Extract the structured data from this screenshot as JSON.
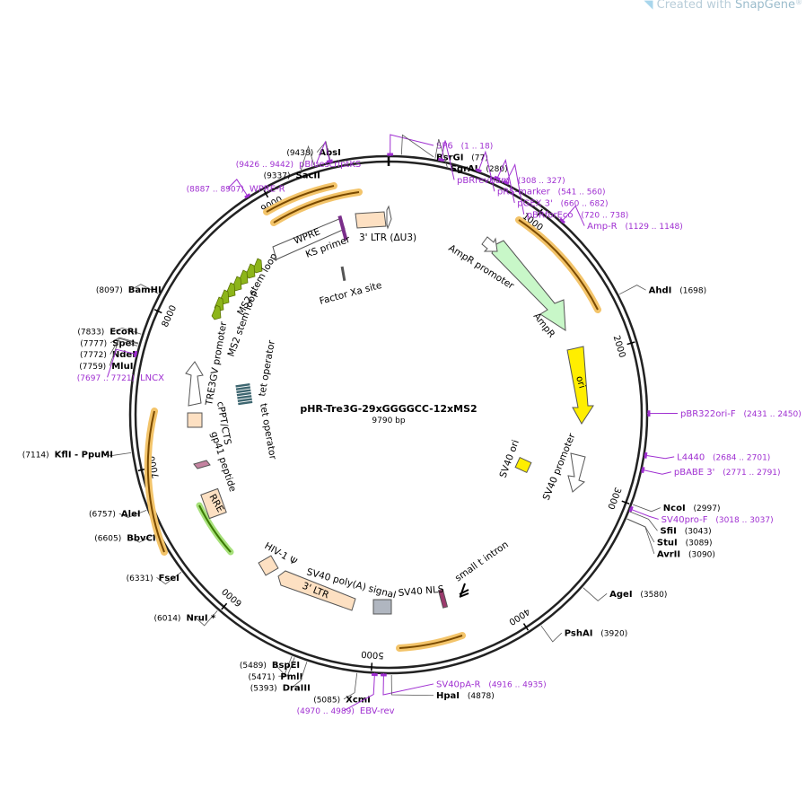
{
  "watermark": {
    "prefix": "Created with ",
    "brand": "SnapGene",
    "mark": "®"
  },
  "plasmid": {
    "name": "pHR-Tre3G-29xGGGGCC-12xMS2",
    "length_label": "9790 bp",
    "total_bp": 9790
  },
  "ticks": [
    "1000",
    "2000",
    "3000",
    "4000",
    "5000",
    "6000",
    "7000",
    "8000",
    "9000"
  ],
  "restriction_sites": [
    {
      "name": "BsrGI",
      "pos": "(77)",
      "bp": 77,
      "side": "right"
    },
    {
      "name": "SgrAI",
      "pos": "(280)",
      "bp": 280,
      "side": "right"
    },
    {
      "name": "AhdI",
      "pos": "(1698)",
      "bp": 1698,
      "side": "right"
    },
    {
      "name": "NcoI",
      "pos": "(2997)",
      "bp": 2997,
      "side": "right"
    },
    {
      "name": "SfiI",
      "pos": "(3043)",
      "bp": 3043,
      "side": "right"
    },
    {
      "name": "StuI",
      "pos": "(3089)",
      "bp": 3089,
      "side": "right"
    },
    {
      "name": "AvrII",
      "pos": "(3090)",
      "bp": 3090,
      "side": "right"
    },
    {
      "name": "AgeI",
      "pos": "(3580)",
      "bp": 3580,
      "side": "right"
    },
    {
      "name": "PshAI",
      "pos": "(3920)",
      "bp": 3920,
      "side": "right"
    },
    {
      "name": "HpaI",
      "pos": "(4878)",
      "bp": 4878,
      "side": "right"
    },
    {
      "name": "XcmI",
      "pos": "(5085)",
      "bp": 5085,
      "side": "left"
    },
    {
      "name": "DraIII",
      "pos": "(5393)",
      "bp": 5393,
      "side": "left"
    },
    {
      "name": "PmlI",
      "pos": "(5471)",
      "bp": 5471,
      "side": "left"
    },
    {
      "name": "BspEI",
      "pos": "(5489)",
      "bp": 5489,
      "side": "left"
    },
    {
      "name": "NruI *",
      "pos": "(6014)",
      "bp": 6014,
      "side": "left",
      "muted": true
    },
    {
      "name": "FseI",
      "pos": "(6331)",
      "bp": 6331,
      "side": "left"
    },
    {
      "name": "BbvCI",
      "pos": "(6605)",
      "bp": 6605,
      "side": "left"
    },
    {
      "name": "AleI",
      "pos": "(6757)",
      "bp": 6757,
      "side": "left"
    },
    {
      "name": "KflI  - PpuMI",
      "pos": "(7114)",
      "bp": 7114,
      "side": "left"
    },
    {
      "name": "MluI",
      "pos": "(7759)",
      "bp": 7759,
      "side": "left"
    },
    {
      "name": "NdeI",
      "pos": "(7772)",
      "bp": 7772,
      "side": "left"
    },
    {
      "name": "SpeI",
      "pos": "(7777)",
      "bp": 7777,
      "side": "left"
    },
    {
      "name": "EcoRI",
      "pos": "(7833)",
      "bp": 7833,
      "side": "left"
    },
    {
      "name": "BamHI",
      "pos": "(8097)",
      "bp": 8097,
      "side": "left"
    },
    {
      "name": "SacII",
      "pos": "(9337)",
      "bp": 9337,
      "side": "left"
    },
    {
      "name": "AbsI",
      "pos": "(9438)",
      "bp": 9438,
      "side": "left"
    }
  ],
  "primers": [
    {
      "name": "SP6",
      "pos": "(1 .. 18)",
      "bp": 9,
      "side": "right"
    },
    {
      "name": "pBRrevBam",
      "pos": "(308 .. 327)",
      "bp": 317,
      "side": "right"
    },
    {
      "name": "pRS-marker",
      "pos": "(541 .. 560)",
      "bp": 550,
      "side": "right"
    },
    {
      "name": "pGEX 3'",
      "pos": "(660 .. 682)",
      "bp": 671,
      "side": "right"
    },
    {
      "name": "pBRforEco",
      "pos": "(720 .. 738)",
      "bp": 729,
      "side": "right"
    },
    {
      "name": "Amp-R",
      "pos": "(1129 .. 1148)",
      "bp": 1138,
      "side": "right"
    },
    {
      "name": "pBR322ori-F",
      "pos": "(2431 .. 2450)",
      "bp": 2440,
      "side": "right"
    },
    {
      "name": "L4440",
      "pos": "(2684 .. 2701)",
      "bp": 2692,
      "side": "right"
    },
    {
      "name": "pBABE 3'",
      "pos": "(2771 .. 2791)",
      "bp": 2781,
      "side": "right"
    },
    {
      "name": "SV40pro-F",
      "pos": "(3018 .. 3037)",
      "bp": 3027,
      "side": "right"
    },
    {
      "name": "SV40pA-R",
      "pos": "(4916 .. 4935)",
      "bp": 4925,
      "side": "right"
    },
    {
      "name": "EBV-rev",
      "pos": "(4970 .. 4989)",
      "bp": 4979,
      "side": "left"
    },
    {
      "name": "LNCX",
      "pos": "(7697 .. 7721)",
      "bp": 7709,
      "side": "left"
    },
    {
      "name": "WPRE-R",
      "pos": "(8887 .. 8907)",
      "bp": 8897,
      "side": "left"
    },
    {
      "name": "pBluescriptKS",
      "pos": "(9426 .. 9442)",
      "bp": 9434,
      "side": "left"
    }
  ],
  "features": [
    {
      "label": "AmpR promoter"
    },
    {
      "label": "AmpR"
    },
    {
      "label": "ori"
    },
    {
      "label": "SV40 ori"
    },
    {
      "label": "SV40 promoter"
    },
    {
      "label": "small t intron"
    },
    {
      "label": "SV40 NLS"
    },
    {
      "label": "SV40 poly(A) signal"
    },
    {
      "label": "3' LTR"
    },
    {
      "label": "HIV-1 Ψ"
    },
    {
      "label": "RRE"
    },
    {
      "label": "gp41 peptide"
    },
    {
      "label": "cPPT/CTS"
    },
    {
      "label": "TRE3GV promoter"
    },
    {
      "label": "tet operator"
    },
    {
      "label": "tet operator"
    },
    {
      "label": "MS2 stem loop"
    },
    {
      "label": "MS2 stem loop"
    },
    {
      "label": "WPRE"
    },
    {
      "label": "KS primer"
    },
    {
      "label": "3' LTR (ΔU3)"
    },
    {
      "label": "Factor Xa site"
    }
  ],
  "colors": {
    "primer": "#9f2fd1",
    "ring": "#222222",
    "orf_highlight": "#f3c46a",
    "ampr": "#c8f7c8",
    "ori": "#ffee00",
    "ltr": "#fde0c2",
    "tet_operator": "#3d6670",
    "ms2": "#8db51a"
  }
}
